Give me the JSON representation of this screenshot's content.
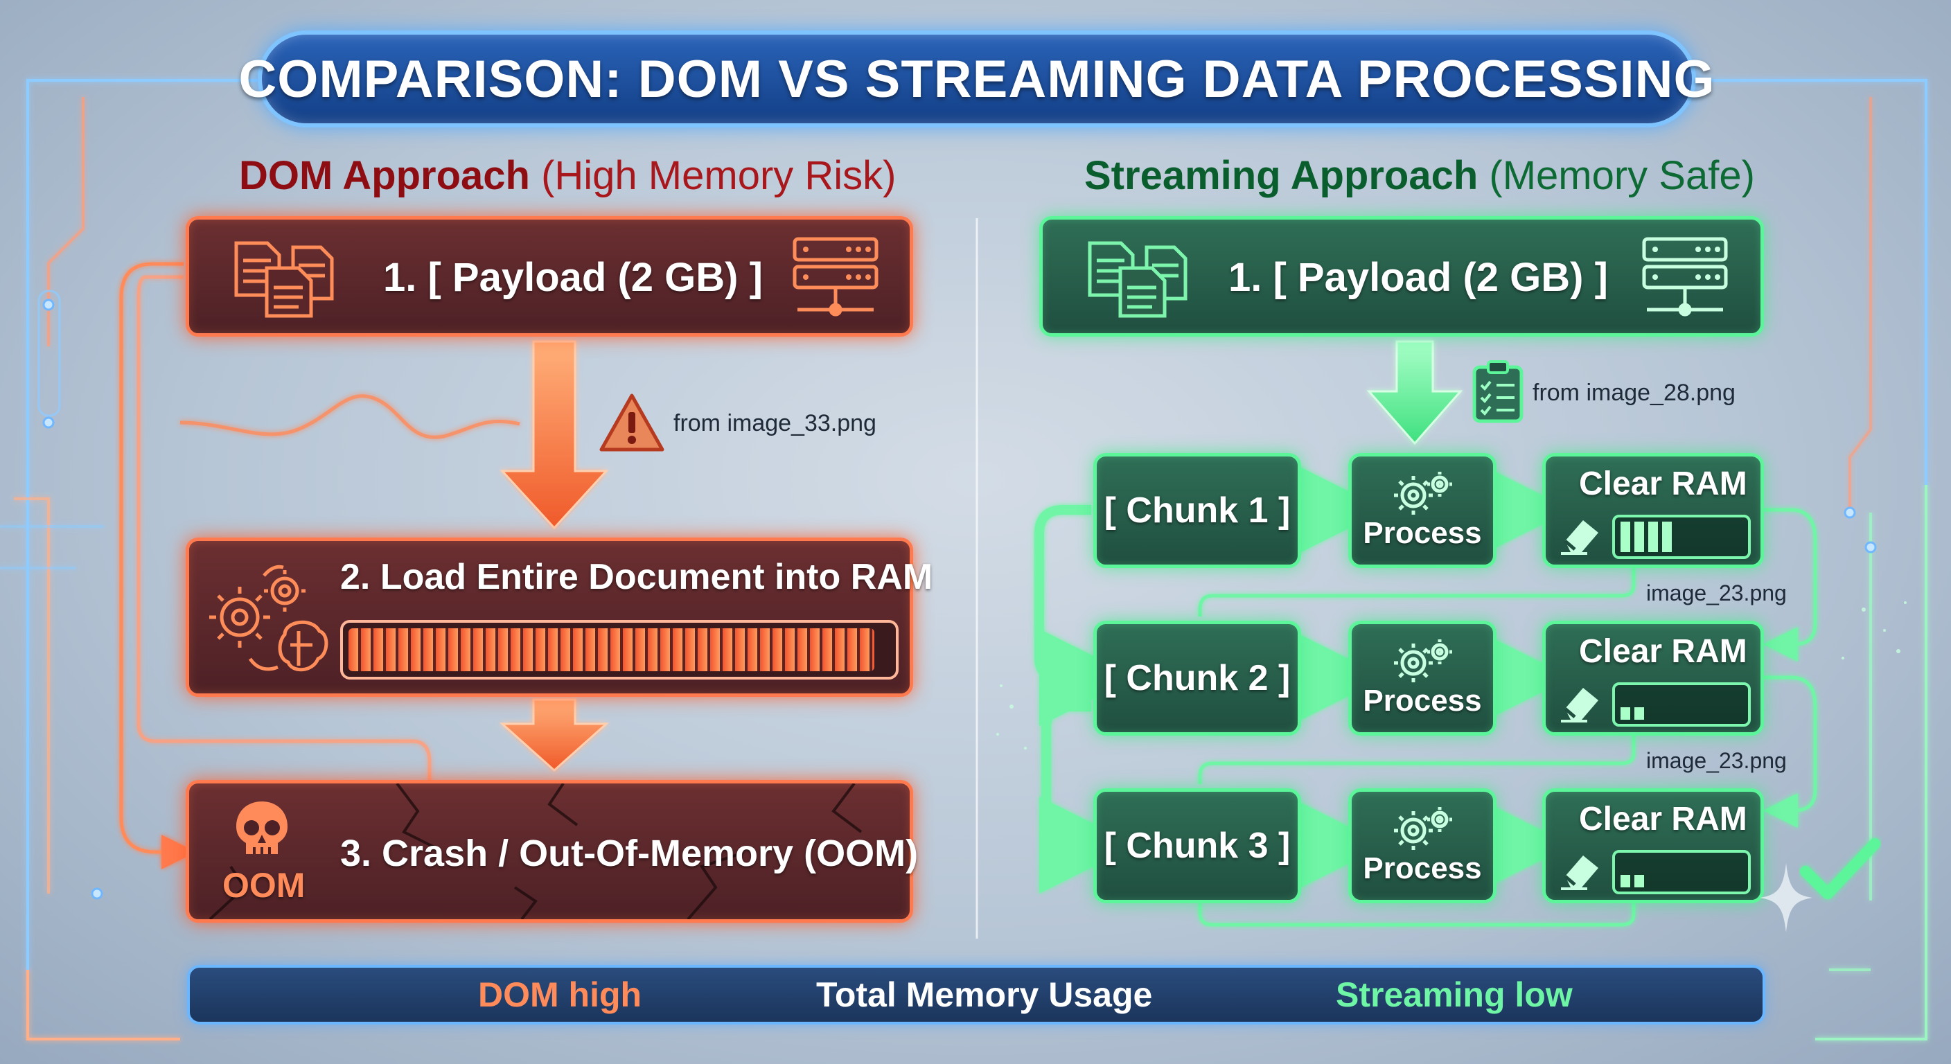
{
  "title": "COMPARISON: DOM VS STREAMING DATA PROCESSING",
  "dom": {
    "heading_bold": "DOM Approach",
    "heading_rest": "(High Memory Risk)",
    "step1": "1. [ Payload (2 GB) ]",
    "step2": "2. Load Entire Document into RAM",
    "step3": "3. Crash / Out-Of-Memory (OOM)",
    "oom_label": "OOM",
    "note": "from image_33.png",
    "ram_fill_fraction": 0.97
  },
  "streaming": {
    "heading_bold": "Streaming Approach",
    "heading_rest": "(Memory Safe)",
    "step1": "1. [ Payload (2 GB) ]",
    "note": "from image_28.png",
    "rows": [
      {
        "chunk": "[ Chunk 1 ]",
        "process": "Process",
        "clear": "Clear RAM",
        "meter_fraction": 0.4
      },
      {
        "chunk": "[ Chunk 2 ]",
        "process": "Process",
        "clear": "Clear RAM",
        "meter_fraction": 0.2
      },
      {
        "chunk": "[ Chunk 3 ]",
        "process": "Process",
        "clear": "Clear RAM",
        "meter_fraction": 0.2
      }
    ],
    "row_notes": [
      "image_23.png",
      "image_23.png"
    ]
  },
  "legend": {
    "dom": "DOM high",
    "total": "Total Memory Usage",
    "streaming": "Streaming low"
  },
  "colors": {
    "red_accent": "#ff7a4e",
    "green_accent": "#5cf59a",
    "blue_accent": "#6ab6ff"
  },
  "icons": [
    "documents-icon",
    "server-icon",
    "warning-icon",
    "clipboard-checklist-icon",
    "gears-brain-icon",
    "skull-icon",
    "gears-icon",
    "eraser-icon",
    "checkmark-icon",
    "sparkle-icon"
  ]
}
